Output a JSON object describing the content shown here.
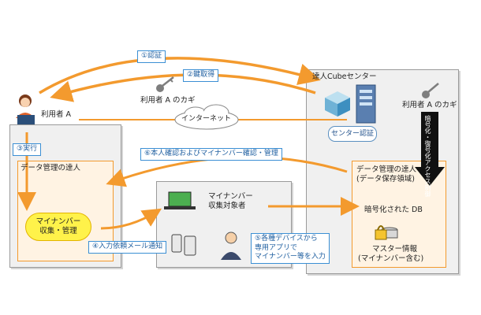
{
  "steps": {
    "s1": "①認証",
    "s2": "②鍵取得",
    "s3": "③実行",
    "s4": "④入力依頼メール通知",
    "s5_line1": "⑤各種デバイスから",
    "s5_line2": "専用アプリで",
    "s5_line3": "マイナンバー等を入力",
    "s6": "⑥本人確認およびマイナンバー確認・管理"
  },
  "labels": {
    "user_a": "利用者 A",
    "key_top": "利用者 A のカギ",
    "internet": "インターネット",
    "center_title": "達人Cubeセンター",
    "center_auth": "センター認証",
    "key_right": "利用者 A のカギ",
    "encrypt_vertical": "暗号化・復号化アクセス制御",
    "data_mgmt_left": "データ管理の達人",
    "collect_line1": "マイナンバー",
    "collect_line2": "収集・管理",
    "target_line1": "マイナンバー",
    "target_line2": "収集対象者",
    "data_mgmt_right_line1": "データ管理の達人",
    "data_mgmt_right_line2": "(データ保存領域)",
    "encrypted_db": "暗号化された DB",
    "master_line1": "マスター情報",
    "master_line2": "(マイナンバー含む)"
  },
  "colors": {
    "arrow": "#f39a2e",
    "step_border": "#3b8fd4",
    "pill": "#fff24a"
  },
  "icons": [
    "user-icon",
    "laptop-icon",
    "key-icon",
    "cloud-icon",
    "server-icon",
    "cube-icon",
    "laptop-icon",
    "smartphone-icon",
    "tablet-icon",
    "person-icon",
    "lock-icon",
    "database-icon"
  ]
}
